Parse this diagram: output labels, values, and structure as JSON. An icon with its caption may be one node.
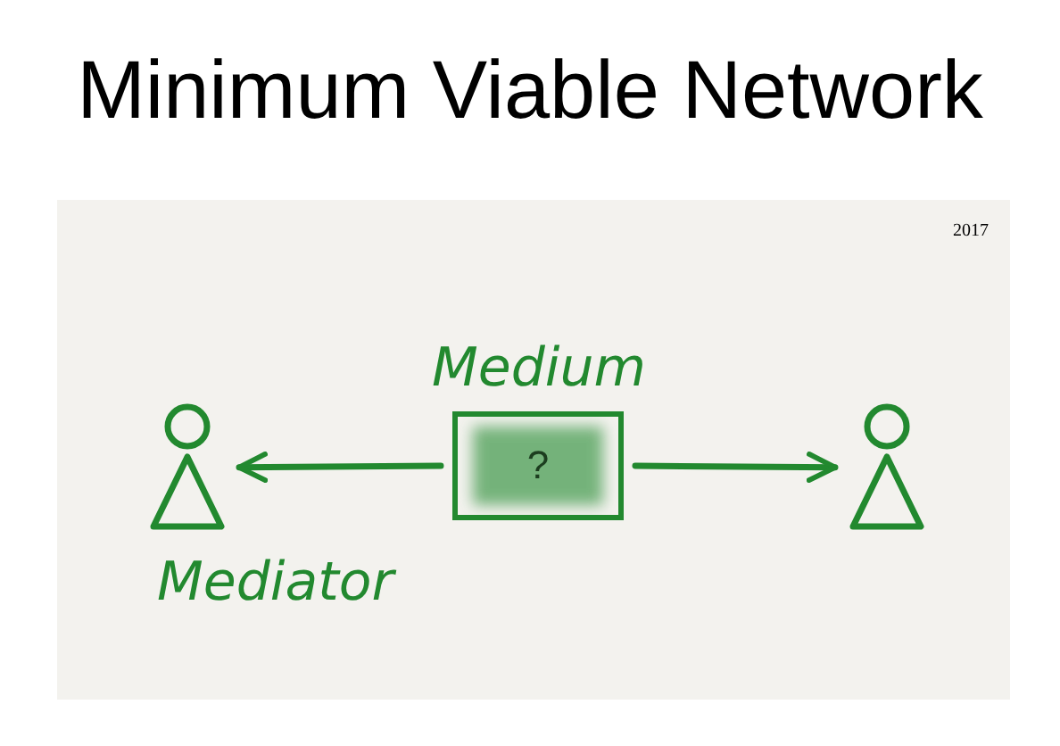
{
  "diagram": {
    "title": "Minimum Viable Network",
    "nodes": [
      {
        "text": [],
        "shape": "person",
        "beside": [
          "Mediator"
        ]
      },
      {
        "text": [
          "Medium",
          "?"
        ]
      },
      {
        "text": [],
        "shape": "person"
      }
    ],
    "edges": [
      {
        "from": 1,
        "to": 0,
        "arrow": "to"
      },
      {
        "from": 1,
        "to": 2,
        "arrow": "to"
      }
    ],
    "labels": [
      "2017"
    ]
  }
}
